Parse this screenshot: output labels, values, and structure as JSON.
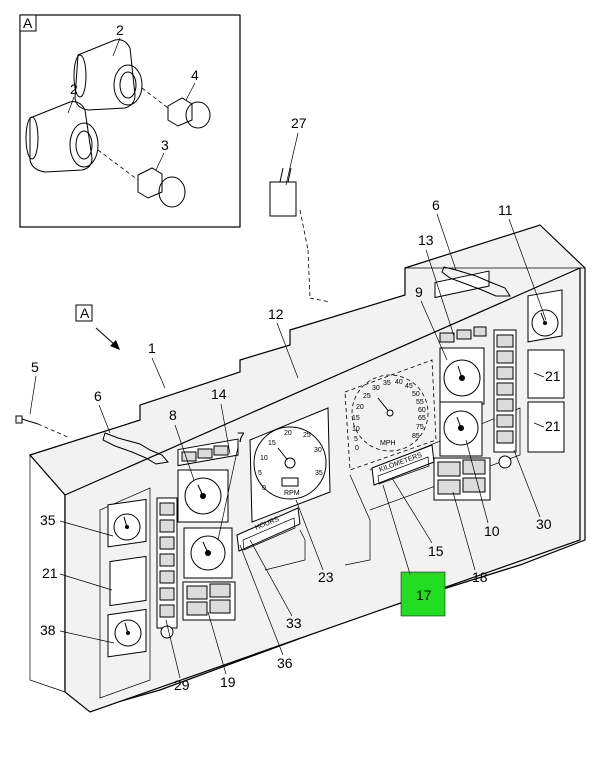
{
  "inset": {
    "label": "A",
    "parts": [
      "2",
      "2",
      "4",
      "3"
    ]
  },
  "view_label": "A",
  "callouts": [
    "27",
    "6",
    "11",
    "13",
    "9",
    "12",
    "1",
    "5",
    "6",
    "14",
    "8",
    "7",
    "35",
    "21",
    "38",
    "29",
    "19",
    "36",
    "33",
    "23",
    "17",
    "15",
    "18",
    "10",
    "30",
    "21",
    "21"
  ],
  "highlight_color": "#22dd22",
  "highlight_part": "17",
  "gauge_labels": {
    "hours": "HOURS",
    "kilometers": "KILOMETERS",
    "rpm": "RPM",
    "mph": "MPH"
  },
  "tach_ticks": [
    "0",
    "5",
    "10",
    "15",
    "20",
    "25",
    "30",
    "35"
  ],
  "speedo_ticks": [
    "0",
    "5",
    "10",
    "15",
    "20",
    "25",
    "30",
    "35",
    "40",
    "45",
    "50",
    "55",
    "60",
    "65",
    "75",
    "85"
  ]
}
